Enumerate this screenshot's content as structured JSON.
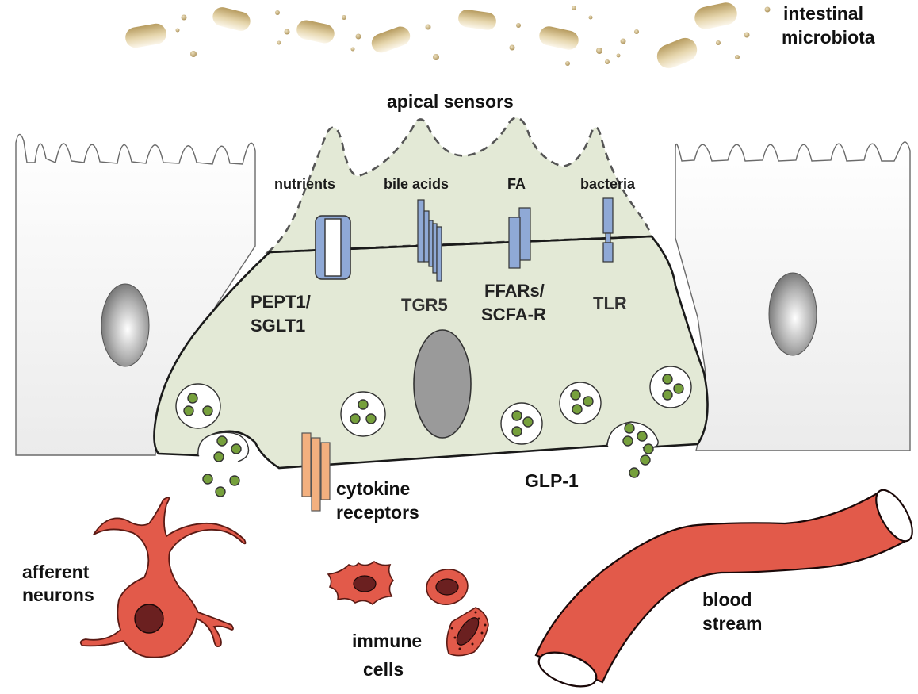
{
  "labels": {
    "microbiota_line1": "intestinal",
    "microbiota_line2": "microbiota",
    "apical_sensors": "apical sensors",
    "nutrients": "nutrients",
    "bile_acids": "bile acids",
    "fa": "FA",
    "bacteria": "bacteria",
    "pept1": "PEPT1/",
    "sglt1": "SGLT1",
    "tgr5": "TGR5",
    "ffars": "FFARs/",
    "scfar": "SCFA-R",
    "tlr": "TLR",
    "glp1": "GLP-1",
    "cytokine_line1": "cytokine",
    "cytokine_line2": "receptors",
    "afferent_line1": "afferent",
    "afferent_line2": "neurons",
    "immune_line1": "immune",
    "immune_line2": "cells",
    "blood_line1": "blood",
    "blood_line2": "stream"
  },
  "colors": {
    "cell_fill": "#e3e9d6",
    "receptor_blue": "#8fa9d6",
    "receptor_orange": "#f3b07f",
    "granule_green": "#76a03c",
    "red_cell": "#e25a4a",
    "nucleus_dark": "#6b2020",
    "nucleus_grey": "#9a9a9a",
    "bacteria_tan": "#c8b27a"
  }
}
